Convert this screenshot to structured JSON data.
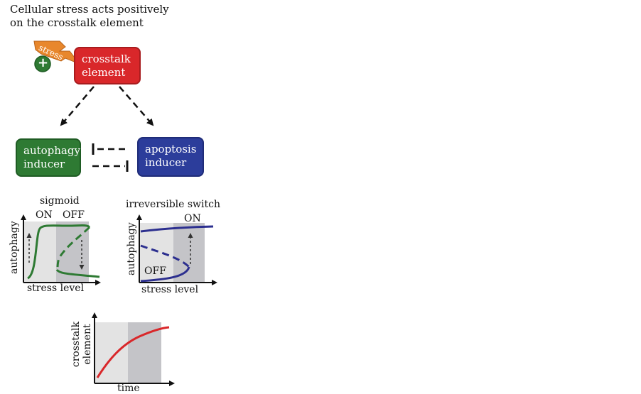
{
  "caption": {
    "line1": "Cellular stress acts positively",
    "line2": "on the crosstalk element"
  },
  "stress_tag": "stress",
  "plus_sign": "+",
  "boxes": {
    "crosstalk": {
      "line1": "crosstalk",
      "line2": "element"
    },
    "autophagy": {
      "line1": "autophagy",
      "line2": "inducer"
    },
    "apoptosis": {
      "line1": "apoptosis",
      "line2": "inducer"
    }
  },
  "plot_sigmoid": {
    "title": "sigmoid",
    "on_label": "ON",
    "off_label": "OFF",
    "ylabel": "autophagy",
    "xlabel": "stress level"
  },
  "plot_switch": {
    "title": "irreversible switch",
    "on_label": "ON",
    "off_label": "OFF",
    "ylabel": "autophagy",
    "xlabel": "stress level"
  },
  "plot_time": {
    "ylabel_line1": "crosstalk",
    "ylabel_line2": "element",
    "xlabel": "time"
  },
  "colors": {
    "red": "#d9272a",
    "green": "#2e7a33",
    "blue": "#2c3d9b",
    "orange": "#e8872c",
    "shade_light": "#e3e3e3",
    "shade_dark": "#c4c4c8"
  }
}
